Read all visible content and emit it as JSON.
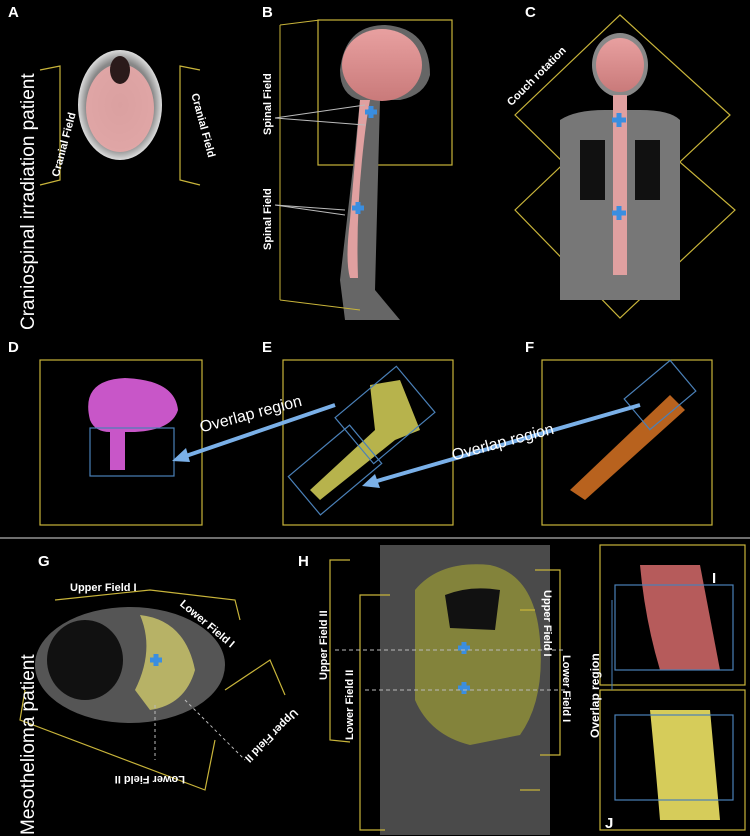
{
  "panel_letters": [
    "A",
    "B",
    "C",
    "D",
    "E",
    "F",
    "G",
    "H",
    "I",
    "J"
  ],
  "side_titles": {
    "top": "Craniospinal irradiation patient",
    "bottom": "Mesothelioma patient"
  },
  "fields": {
    "cranial_left": "Cranial Field",
    "cranial_right": "Cranial Field",
    "spinal_upper": "Spinal Field",
    "spinal_lower": "Spinal Field",
    "couch_rotation": "Couch rotation",
    "g_upper1": "Upper Field I",
    "g_lower1": "Lower Field I",
    "g_upper2": "Upper Field II",
    "g_lower2": "Lower Field II",
    "h_upper2": "Upper Field II",
    "h_lower2": "Lower Field II",
    "h_upper1": "Upper Field I",
    "h_lower1": "Lower Field I"
  },
  "overlap": {
    "de": "Overlap region",
    "ef": "Overlap region",
    "ij": "Overlap region"
  }
}
